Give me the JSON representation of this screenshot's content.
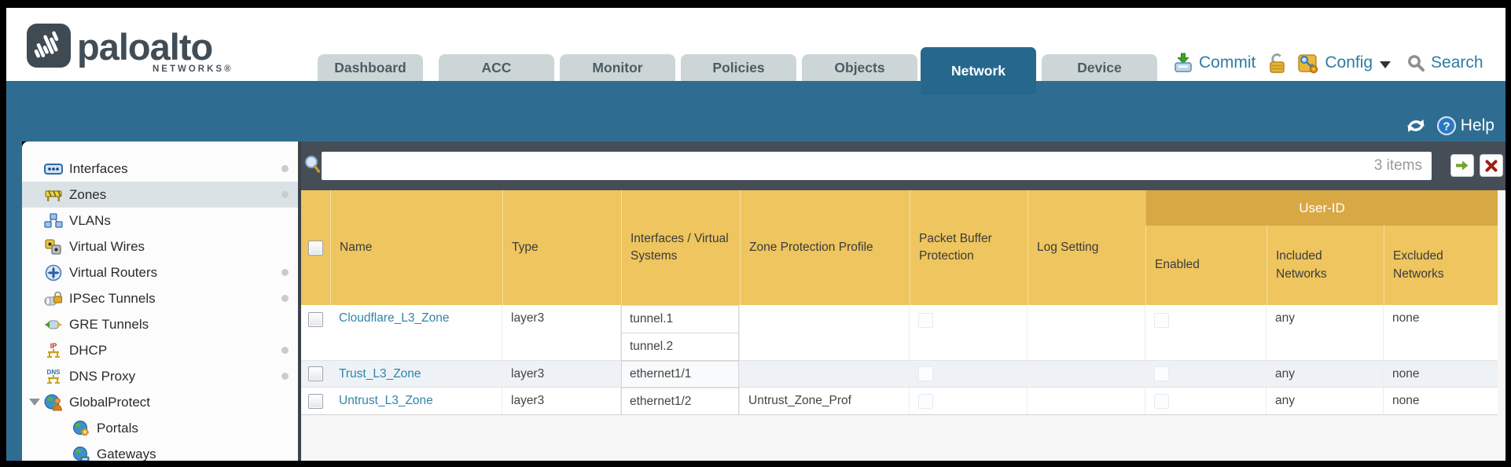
{
  "brand": {
    "name": "paloalto",
    "sub": "NETWORKS®"
  },
  "nav": {
    "tabs": [
      {
        "label": "Dashboard",
        "active": false
      },
      {
        "label": "ACC",
        "active": false
      },
      {
        "label": "Monitor",
        "active": false
      },
      {
        "label": "Policies",
        "active": false
      },
      {
        "label": "Objects",
        "active": false
      },
      {
        "label": "Network",
        "active": true
      },
      {
        "label": "Device",
        "active": false
      }
    ]
  },
  "actions": {
    "commit": "Commit",
    "config": "Config",
    "search": "Search"
  },
  "band": {
    "help": "Help"
  },
  "sidebar": {
    "items": [
      {
        "label": "Interfaces",
        "icon": "interfaces-icon",
        "dot": true,
        "selected": false
      },
      {
        "label": "Zones",
        "icon": "zones-icon",
        "dot": true,
        "selected": true
      },
      {
        "label": "VLANs",
        "icon": "vlans-icon",
        "dot": false,
        "selected": false
      },
      {
        "label": "Virtual Wires",
        "icon": "virtual-wires-icon",
        "dot": false,
        "selected": false
      },
      {
        "label": "Virtual Routers",
        "icon": "virtual-routers-icon",
        "dot": true,
        "selected": false
      },
      {
        "label": "IPSec Tunnels",
        "icon": "ipsec-tunnels-icon",
        "dot": true,
        "selected": false
      },
      {
        "label": "GRE Tunnels",
        "icon": "gre-tunnels-icon",
        "dot": false,
        "selected": false
      },
      {
        "label": "DHCP",
        "icon": "dhcp-icon",
        "dot": true,
        "selected": false
      },
      {
        "label": "DNS Proxy",
        "icon": "dns-proxy-icon",
        "dot": true,
        "selected": false
      },
      {
        "label": "GlobalProtect",
        "icon": "globalprotect-icon",
        "dot": false,
        "selected": false,
        "expanded": true,
        "children": [
          {
            "label": "Portals",
            "icon": "portals-icon"
          },
          {
            "label": "Gateways",
            "icon": "gateways-icon"
          }
        ]
      }
    ]
  },
  "filter": {
    "value": "",
    "count": "3 items"
  },
  "table": {
    "columns": [
      "",
      "Name",
      "Type",
      "Interfaces / Virtual Systems",
      "Zone Protection Profile",
      "Packet Buffer Protection",
      "Log Setting",
      "Enabled",
      "Included Networks",
      "Excluded Networks"
    ],
    "group_header": {
      "label": "User-ID",
      "spans": [
        "Enabled",
        "Included Networks",
        "Excluded Networks"
      ]
    },
    "rows": [
      {
        "name": "Cloudflare_L3_Zone",
        "type": "layer3",
        "interfaces": [
          "tunnel.1",
          "tunnel.2"
        ],
        "zone_protection_profile": "",
        "packet_buffer_protection": false,
        "log_setting": "",
        "user_id_enabled": false,
        "included_networks": "any",
        "excluded_networks": "none"
      },
      {
        "name": "Trust_L3_Zone",
        "type": "layer3",
        "interfaces": [
          "ethernet1/1"
        ],
        "zone_protection_profile": "",
        "packet_buffer_protection": false,
        "log_setting": "",
        "user_id_enabled": false,
        "included_networks": "any",
        "excluded_networks": "none"
      },
      {
        "name": "Untrust_L3_Zone",
        "type": "layer3",
        "interfaces": [
          "ethernet1/2"
        ],
        "zone_protection_profile": "Untrust_Zone_Prof",
        "packet_buffer_protection": false,
        "log_setting": "",
        "user_id_enabled": false,
        "included_networks": "any",
        "excluded_networks": "none"
      }
    ]
  },
  "colors": {
    "band_teal": "#2e6d91",
    "header_gold": "#eec55e",
    "user_id_gold": "#d8a845",
    "dark_slate": "#454e57",
    "link_blue": "#2f85a8",
    "active_tab": "#26688d"
  }
}
